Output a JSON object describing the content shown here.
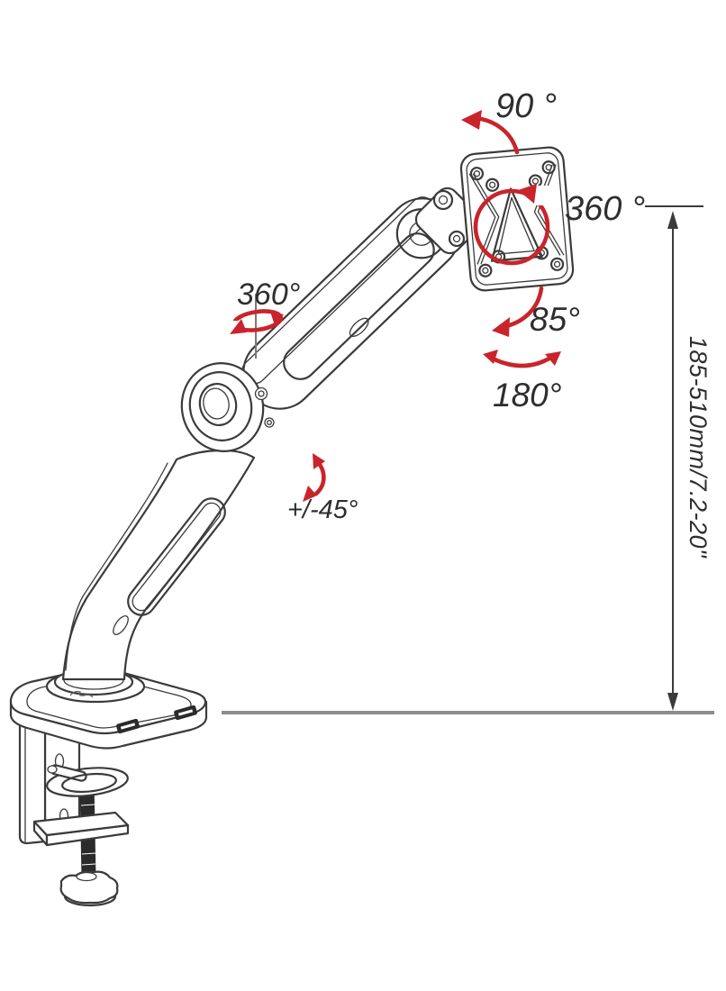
{
  "page": {
    "description": "Technical line diagram of a gas-spring desk-mount monitor arm with motion-range annotations",
    "background": "#ffffff"
  },
  "labels": {
    "vesa_tilt_up": "90 °",
    "vesa_rotate": "360 °",
    "vesa_tilt_down": "85°",
    "arm_pan": "180°",
    "arm_rotate": "360°",
    "elbow_tilt": "+/-45°",
    "height_range": "185-510mm/7.2-20\""
  },
  "colors": {
    "outline": "#3b3b3b",
    "annotation_red": "#c9242b",
    "desk_line_gray": "#8c8c8c",
    "label_text": "#2e2e2e"
  }
}
